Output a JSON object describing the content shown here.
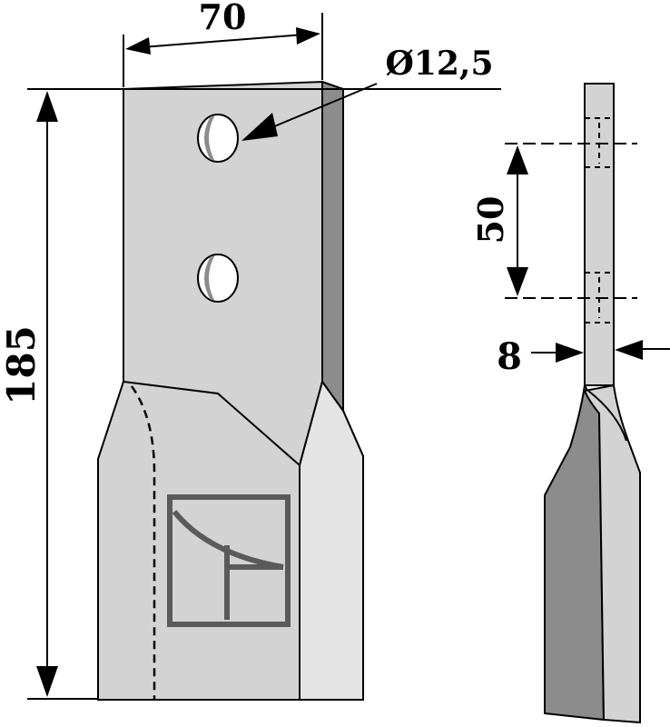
{
  "dimensions": {
    "width_label": "70",
    "height_label": "185",
    "hole_label": "Ø12,5",
    "spacing_label": "50",
    "thickness_label": "8"
  },
  "colors": {
    "face_gray": "#d3d3d3",
    "edge_dark": "#8c8c8c",
    "line": "#000000",
    "logo": "#5a5a5a",
    "bevel_light": "#e4e4e4"
  },
  "icons": {
    "logo": "manufacturer-logo-mark"
  }
}
